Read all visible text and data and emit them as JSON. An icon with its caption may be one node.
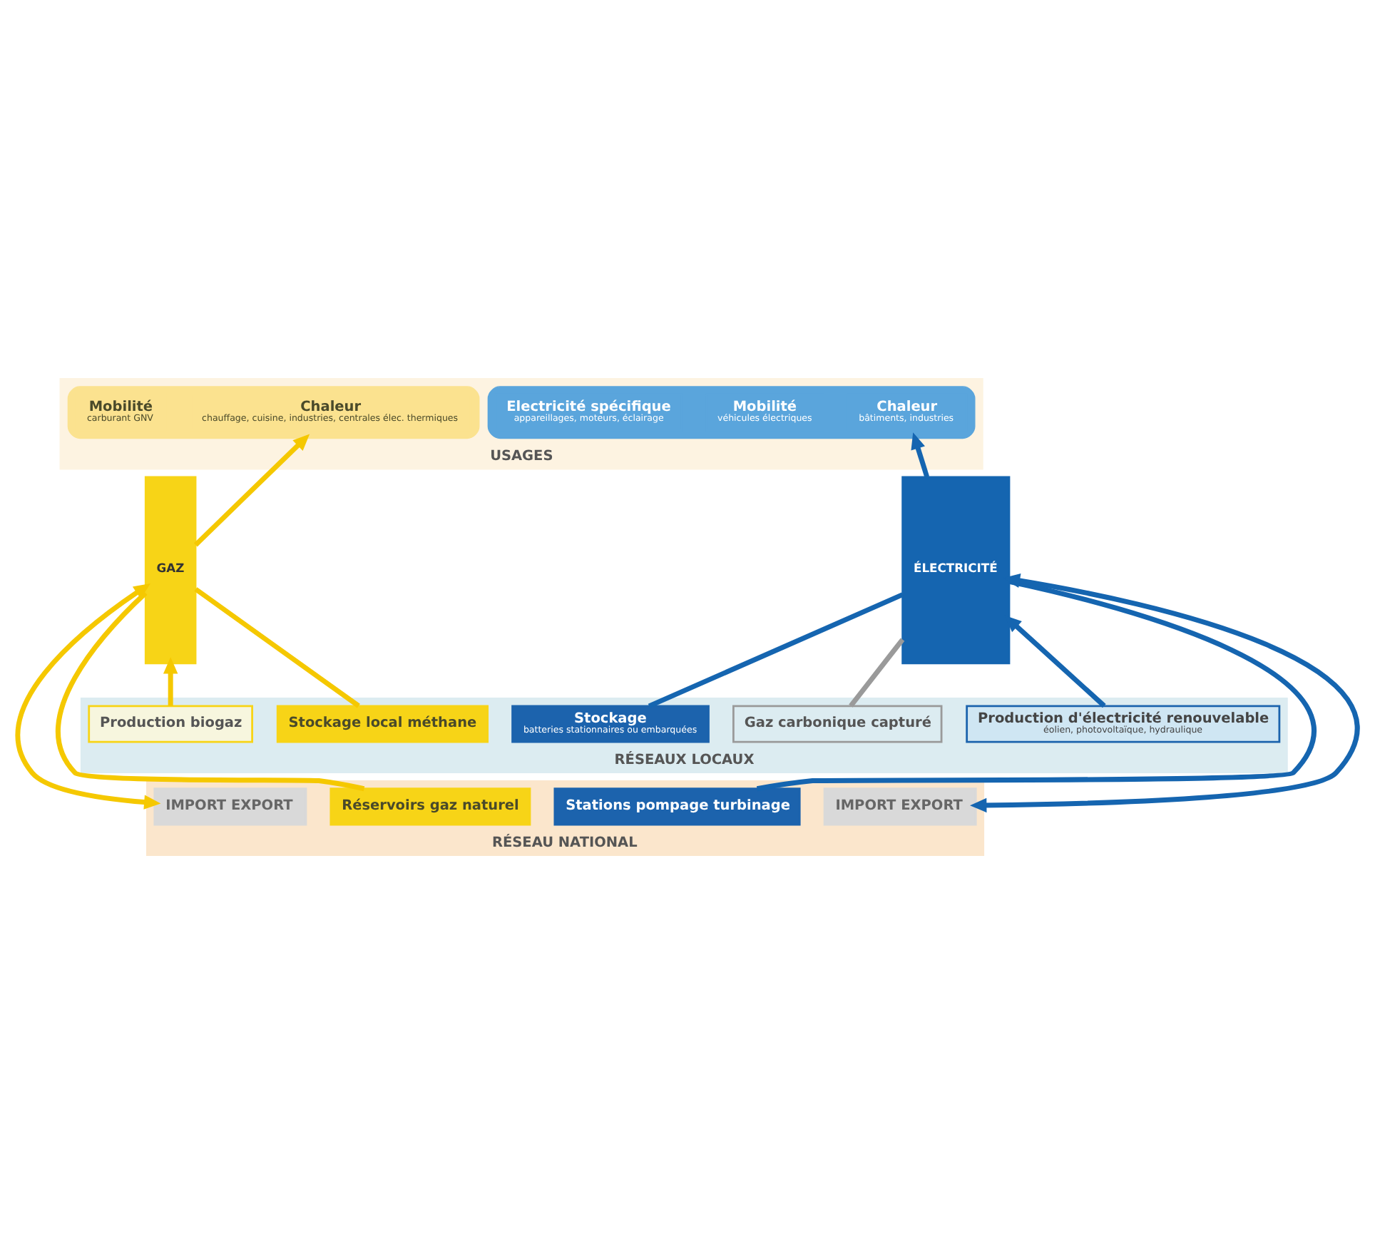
{
  "diagram": {
    "nodes": [
      {
        "text": [
          "USAGES"
        ]
      },
      {
        "text": [],
        "shape": "box",
        "in": 0
      },
      {
        "text": [
          "Chaleur",
          "chauffage, cuisine, industries, centrales élec. thermiques"
        ],
        "in": 1
      },
      {
        "text": [
          "Mobilité",
          "carburant GNV"
        ],
        "in": 1
      },
      {
        "text": [],
        "shape": "box",
        "in": 0
      },
      {
        "text": [
          "Chaleur",
          "bâtiments, industries"
        ],
        "in": 4
      },
      {
        "text": [
          "Mobilité",
          "véhicules électriques"
        ],
        "in": 4
      },
      {
        "text": [
          "Electricité spécifique",
          "appareillages, moteurs, éclairage"
        ],
        "in": 4
      },
      {
        "text": [
          "GAZ"
        ]
      },
      {
        "text": [
          "ÉLECTRICITÉ"
        ]
      },
      {
        "text": [
          "RÉSEAUX LOCAUX"
        ]
      },
      {
        "text": [
          "Stockage local méthane"
        ],
        "in": 10
      },
      {
        "text": [
          "Production biogaz"
        ],
        "in": 10
      },
      {
        "text": [
          "Stockage",
          "batteries stationnaires ou embarquées"
        ],
        "in": 10
      },
      {
        "text": [
          "Production d'électricité renouvelable",
          "éolien, photovoltaïque, hydraulique"
        ],
        "in": 10
      },
      {
        "text": [
          "Gaz carbonique capturé"
        ],
        "in": 10
      },
      {
        "text": [
          "RÉSEAU NATIONAL"
        ]
      },
      {
        "text": [
          "IMPORT EXPORT"
        ],
        "in": 16
      },
      {
        "text": [
          "Réservoirs gaz naturel"
        ],
        "in": 16
      },
      {
        "text": [
          "Stations pompage turbinage"
        ],
        "in": 16
      },
      {
        "text": [
          "IMPORT EXPORT"
        ],
        "in": 16
      }
    ],
    "edges": [
      {
        "from": 8,
        "to": 1,
        "arrow": "to",
        "color": "#f5c800"
      },
      {
        "from": 9,
        "to": 4,
        "arrow": "to",
        "color": "#1565b0"
      },
      {
        "from": 11,
        "to": 8,
        "arrow": "none",
        "color": "#f5c800"
      },
      {
        "from": 12,
        "to": 8,
        "arrow": "to",
        "color": "#f5c800"
      },
      {
        "from": 13,
        "to": 9,
        "arrow": "none",
        "color": "#1565b0"
      },
      {
        "from": 14,
        "to": 9,
        "arrow": "to",
        "color": "#1565b0"
      },
      {
        "from": 15,
        "to": 9,
        "arrow": "none",
        "color": "#9a9a9a"
      },
      {
        "from": 17,
        "to": 8,
        "arrow": "both",
        "color": "#f5c800"
      },
      {
        "from": 18,
        "to": 8,
        "arrow": "none",
        "color": "#f5c800"
      },
      {
        "from": 19,
        "to": 9,
        "arrow": "none",
        "color": "#1565b0"
      },
      {
        "from": 20,
        "to": 9,
        "arrow": "both",
        "color": "#1565b0"
      }
    ]
  }
}
